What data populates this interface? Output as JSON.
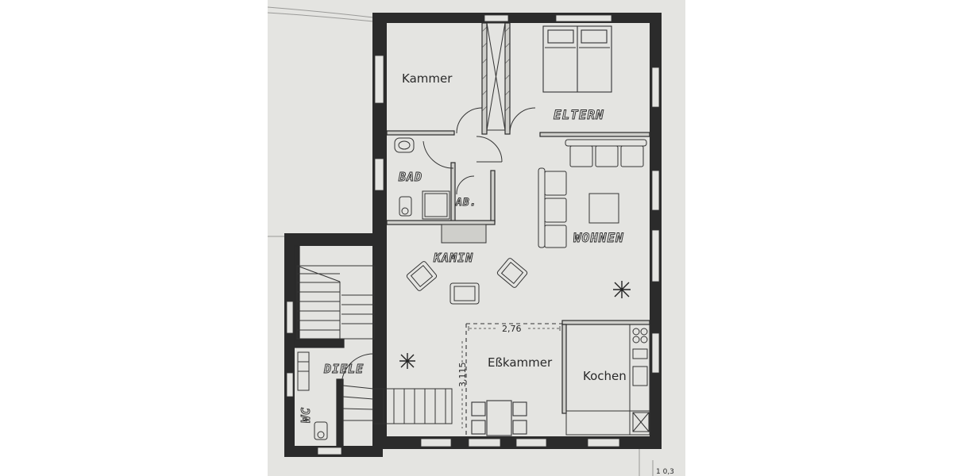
{
  "rooms": {
    "kammer": "Kammer",
    "eltern": "ELTERN",
    "bad": "BAD",
    "abstell": "AB.",
    "kamin": "KAMIN",
    "wohnen": "WOHNEN",
    "esskammer": "Eßkammer",
    "kochen": "Kochen",
    "diele": "DIELE",
    "wc": "WC"
  },
  "dimensions": {
    "esskammer_width": "2,76",
    "esskammer_depth": "3,115"
  },
  "corner_mark": "1 0,3",
  "colors": {
    "paper": "#e4e4e1",
    "wall": "#2b2b2b",
    "line": "#333333"
  }
}
